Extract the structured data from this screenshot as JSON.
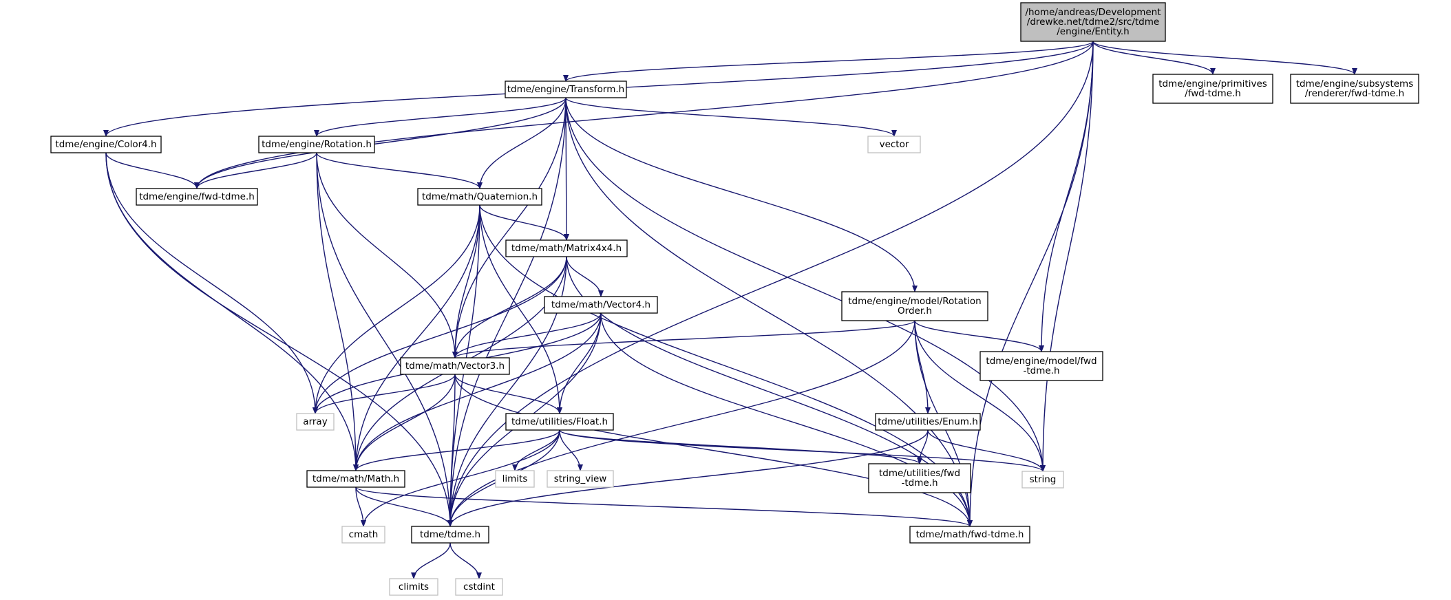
{
  "colors": {
    "edge": "#191970",
    "root_fill": "#bfbfbf",
    "node_fill": "#ffffff",
    "system_border": "#bfbfbf",
    "node_border": "#000000"
  },
  "nodes": [
    {
      "id": "entity",
      "lines": [
        "/home/andreas/Development",
        "/drewke.net/tdme2/src/tdme",
        "/engine/Entity.h"
      ],
      "kind": "root"
    },
    {
      "id": "transform",
      "lines": [
        "tdme/engine/Transform.h"
      ],
      "kind": "normal"
    },
    {
      "id": "primitives",
      "lines": [
        "tdme/engine/primitives",
        "/fwd-tdme.h"
      ],
      "kind": "normal"
    },
    {
      "id": "renderer",
      "lines": [
        "tdme/engine/subsystems",
        "/renderer/fwd-tdme.h"
      ],
      "kind": "normal"
    },
    {
      "id": "color4",
      "lines": [
        "tdme/engine/Color4.h"
      ],
      "kind": "normal"
    },
    {
      "id": "rotation",
      "lines": [
        "tdme/engine/Rotation.h"
      ],
      "kind": "normal"
    },
    {
      "id": "vector",
      "lines": [
        "vector"
      ],
      "kind": "system"
    },
    {
      "id": "enginefwd",
      "lines": [
        "tdme/engine/fwd-tdme.h"
      ],
      "kind": "normal"
    },
    {
      "id": "quaternion",
      "lines": [
        "tdme/math/Quaternion.h"
      ],
      "kind": "normal"
    },
    {
      "id": "matrix",
      "lines": [
        "tdme/math/Matrix4x4.h"
      ],
      "kind": "normal"
    },
    {
      "id": "rotorder",
      "lines": [
        "tdme/engine/model/Rotation",
        "Order.h"
      ],
      "kind": "normal"
    },
    {
      "id": "vector4",
      "lines": [
        "tdme/math/Vector4.h"
      ],
      "kind": "normal"
    },
    {
      "id": "modelfwd",
      "lines": [
        "tdme/engine/model/fwd",
        "-tdme.h"
      ],
      "kind": "normal"
    },
    {
      "id": "vector3",
      "lines": [
        "tdme/math/Vector3.h"
      ],
      "kind": "normal"
    },
    {
      "id": "array",
      "lines": [
        "array"
      ],
      "kind": "system"
    },
    {
      "id": "float",
      "lines": [
        "tdme/utilities/Float.h"
      ],
      "kind": "normal"
    },
    {
      "id": "enum",
      "lines": [
        "tdme/utilities/Enum.h"
      ],
      "kind": "normal"
    },
    {
      "id": "math",
      "lines": [
        "tdme/math/Math.h"
      ],
      "kind": "normal"
    },
    {
      "id": "limits",
      "lines": [
        "limits"
      ],
      "kind": "system"
    },
    {
      "id": "stringview",
      "lines": [
        "string_view"
      ],
      "kind": "system"
    },
    {
      "id": "utilfwd",
      "lines": [
        "tdme/utilities/fwd",
        "-tdme.h"
      ],
      "kind": "normal"
    },
    {
      "id": "string",
      "lines": [
        "string"
      ],
      "kind": "system"
    },
    {
      "id": "cmath",
      "lines": [
        "cmath"
      ],
      "kind": "system"
    },
    {
      "id": "tdme",
      "lines": [
        "tdme/tdme.h"
      ],
      "kind": "normal"
    },
    {
      "id": "mathfwd",
      "lines": [
        "tdme/math/fwd-tdme.h"
      ],
      "kind": "normal"
    },
    {
      "id": "climits",
      "lines": [
        "climits"
      ],
      "kind": "system"
    },
    {
      "id": "cstdint",
      "lines": [
        "cstdint"
      ],
      "kind": "system"
    }
  ],
  "edges": [
    [
      "entity",
      "transform"
    ],
    [
      "entity",
      "color4"
    ],
    [
      "entity",
      "enginefwd"
    ],
    [
      "entity",
      "primitives"
    ],
    [
      "entity",
      "renderer"
    ],
    [
      "entity",
      "modelfwd"
    ],
    [
      "entity",
      "string"
    ],
    [
      "entity",
      "tdme"
    ],
    [
      "entity",
      "mathfwd"
    ],
    [
      "transform",
      "enginefwd"
    ],
    [
      "transform",
      "rotation"
    ],
    [
      "transform",
      "quaternion"
    ],
    [
      "transform",
      "matrix"
    ],
    [
      "transform",
      "vector3"
    ],
    [
      "transform",
      "rotorder"
    ],
    [
      "transform",
      "vector"
    ],
    [
      "transform",
      "string"
    ],
    [
      "transform",
      "tdme"
    ],
    [
      "transform",
      "mathfwd"
    ],
    [
      "color4",
      "enginefwd"
    ],
    [
      "color4",
      "array"
    ],
    [
      "color4",
      "math"
    ],
    [
      "color4",
      "tdme"
    ],
    [
      "rotation",
      "enginefwd"
    ],
    [
      "rotation",
      "quaternion"
    ],
    [
      "rotation",
      "vector3"
    ],
    [
      "rotation",
      "math"
    ],
    [
      "rotation",
      "tdme"
    ],
    [
      "quaternion",
      "matrix"
    ],
    [
      "quaternion",
      "vector3"
    ],
    [
      "quaternion",
      "array"
    ],
    [
      "quaternion",
      "math"
    ],
    [
      "quaternion",
      "tdme"
    ],
    [
      "quaternion",
      "float"
    ],
    [
      "quaternion",
      "mathfwd"
    ],
    [
      "matrix",
      "vector4"
    ],
    [
      "matrix",
      "vector3"
    ],
    [
      "matrix",
      "array"
    ],
    [
      "matrix",
      "math"
    ],
    [
      "matrix",
      "tdme"
    ],
    [
      "matrix",
      "mathfwd"
    ],
    [
      "vector4",
      "vector3"
    ],
    [
      "vector4",
      "array"
    ],
    [
      "vector4",
      "math"
    ],
    [
      "vector4",
      "tdme"
    ],
    [
      "vector4",
      "float"
    ],
    [
      "vector4",
      "mathfwd"
    ],
    [
      "rotorder",
      "vector3"
    ],
    [
      "rotorder",
      "modelfwd"
    ],
    [
      "rotorder",
      "enum"
    ],
    [
      "rotorder",
      "string"
    ],
    [
      "rotorder",
      "tdme"
    ],
    [
      "rotorder",
      "mathfwd"
    ],
    [
      "vector3",
      "array"
    ],
    [
      "vector3",
      "float"
    ],
    [
      "vector3",
      "math"
    ],
    [
      "vector3",
      "tdme"
    ],
    [
      "vector3",
      "mathfwd"
    ],
    [
      "float",
      "math"
    ],
    [
      "float",
      "limits"
    ],
    [
      "float",
      "stringview"
    ],
    [
      "float",
      "utilfwd"
    ],
    [
      "float",
      "string"
    ],
    [
      "float",
      "cmath"
    ],
    [
      "float",
      "tdme"
    ],
    [
      "enum",
      "utilfwd"
    ],
    [
      "enum",
      "string"
    ],
    [
      "enum",
      "tdme"
    ],
    [
      "math",
      "cmath"
    ],
    [
      "math",
      "tdme"
    ],
    [
      "math",
      "mathfwd"
    ],
    [
      "tdme",
      "climits"
    ],
    [
      "tdme",
      "cstdint"
    ]
  ]
}
